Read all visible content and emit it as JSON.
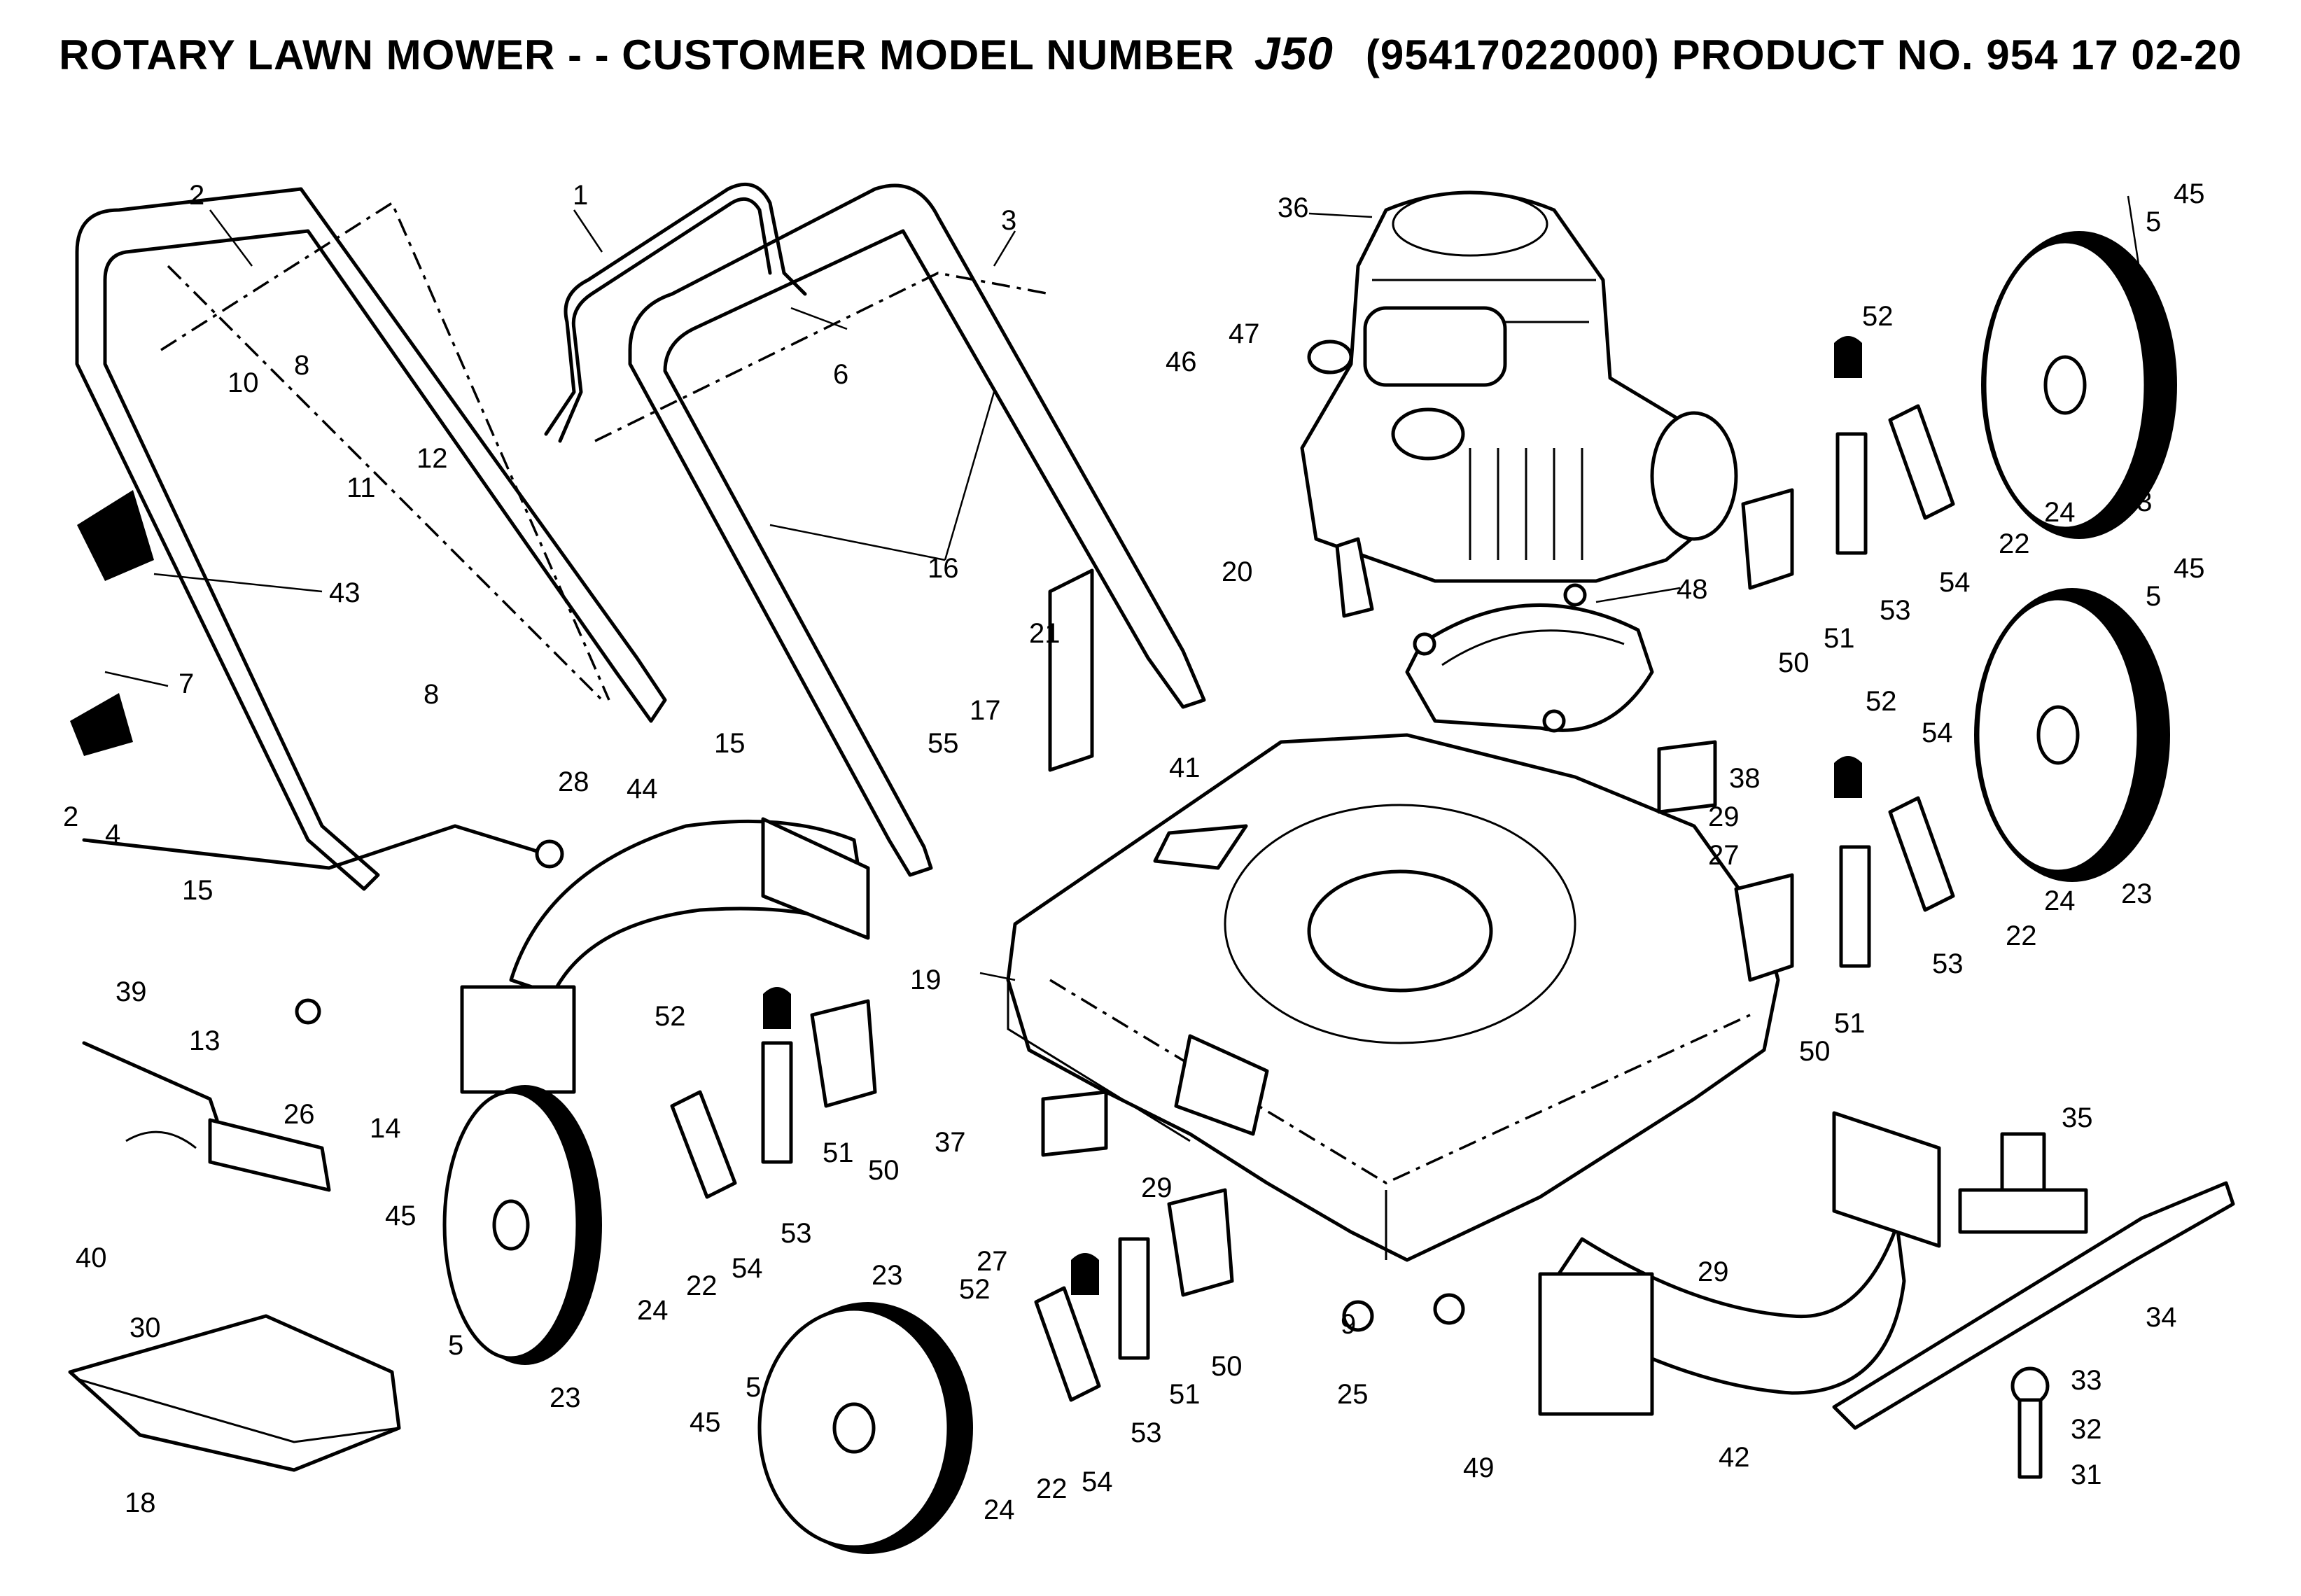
{
  "title": {
    "prefix": "ROTARY LAWN MOWER - - CUSTOMER MODEL NUMBER",
    "model": "J50",
    "suffix": "(95417022000) PRODUCT NO. 954 17 02-20"
  },
  "callouts": {
    "c_1": "1",
    "c_2": "2",
    "c_2b": "2",
    "c_3": "3",
    "c_4": "4",
    "c_5a": "5",
    "c_5b": "5",
    "c_5c": "5",
    "c_5d": "5",
    "c_6": "6",
    "c_7": "7",
    "c_8a": "8",
    "c_8b": "8",
    "c_9": "9",
    "c_10": "10",
    "c_11": "11",
    "c_12": "12",
    "c_13": "13",
    "c_14": "14",
    "c_15a": "15",
    "c_15b": "15",
    "c_16": "16",
    "c_17": "17",
    "c_18": "18",
    "c_19": "19",
    "c_20": "20",
    "c_21": "21",
    "c_22a": "22",
    "c_22b": "22",
    "c_22c": "22",
    "c_22d": "22",
    "c_23a": "23",
    "c_23b": "23",
    "c_23c": "23",
    "c_23d": "23",
    "c_24a": "24",
    "c_24b": "24",
    "c_24c": "24",
    "c_24d": "24",
    "c_25": "25",
    "c_26": "26",
    "c_27a": "27",
    "c_27b": "27",
    "c_28": "28",
    "c_29a": "29",
    "c_29b": "29",
    "c_29c": "29",
    "c_30": "30",
    "c_31": "31",
    "c_32": "32",
    "c_33": "33",
    "c_34": "34",
    "c_35": "35",
    "c_36": "36",
    "c_37": "37",
    "c_38": "38",
    "c_39": "39",
    "c_40": "40",
    "c_41": "41",
    "c_42": "42",
    "c_43": "43",
    "c_44": "44",
    "c_45a": "45",
    "c_45b": "45",
    "c_45c": "45",
    "c_45d": "45",
    "c_46": "46",
    "c_47": "47",
    "c_48": "48",
    "c_49": "49",
    "c_50a": "50",
    "c_50b": "50",
    "c_50c": "50",
    "c_50d": "50",
    "c_51a": "51",
    "c_51b": "51",
    "c_51c": "51",
    "c_51d": "51",
    "c_52a": "52",
    "c_52b": "52",
    "c_52c": "52",
    "c_52d": "52",
    "c_53a": "53",
    "c_53b": "53",
    "c_53c": "53",
    "c_53d": "53",
    "c_54a": "54",
    "c_54b": "54",
    "c_54c": "54",
    "c_54d": "54",
    "c_55": "55"
  }
}
